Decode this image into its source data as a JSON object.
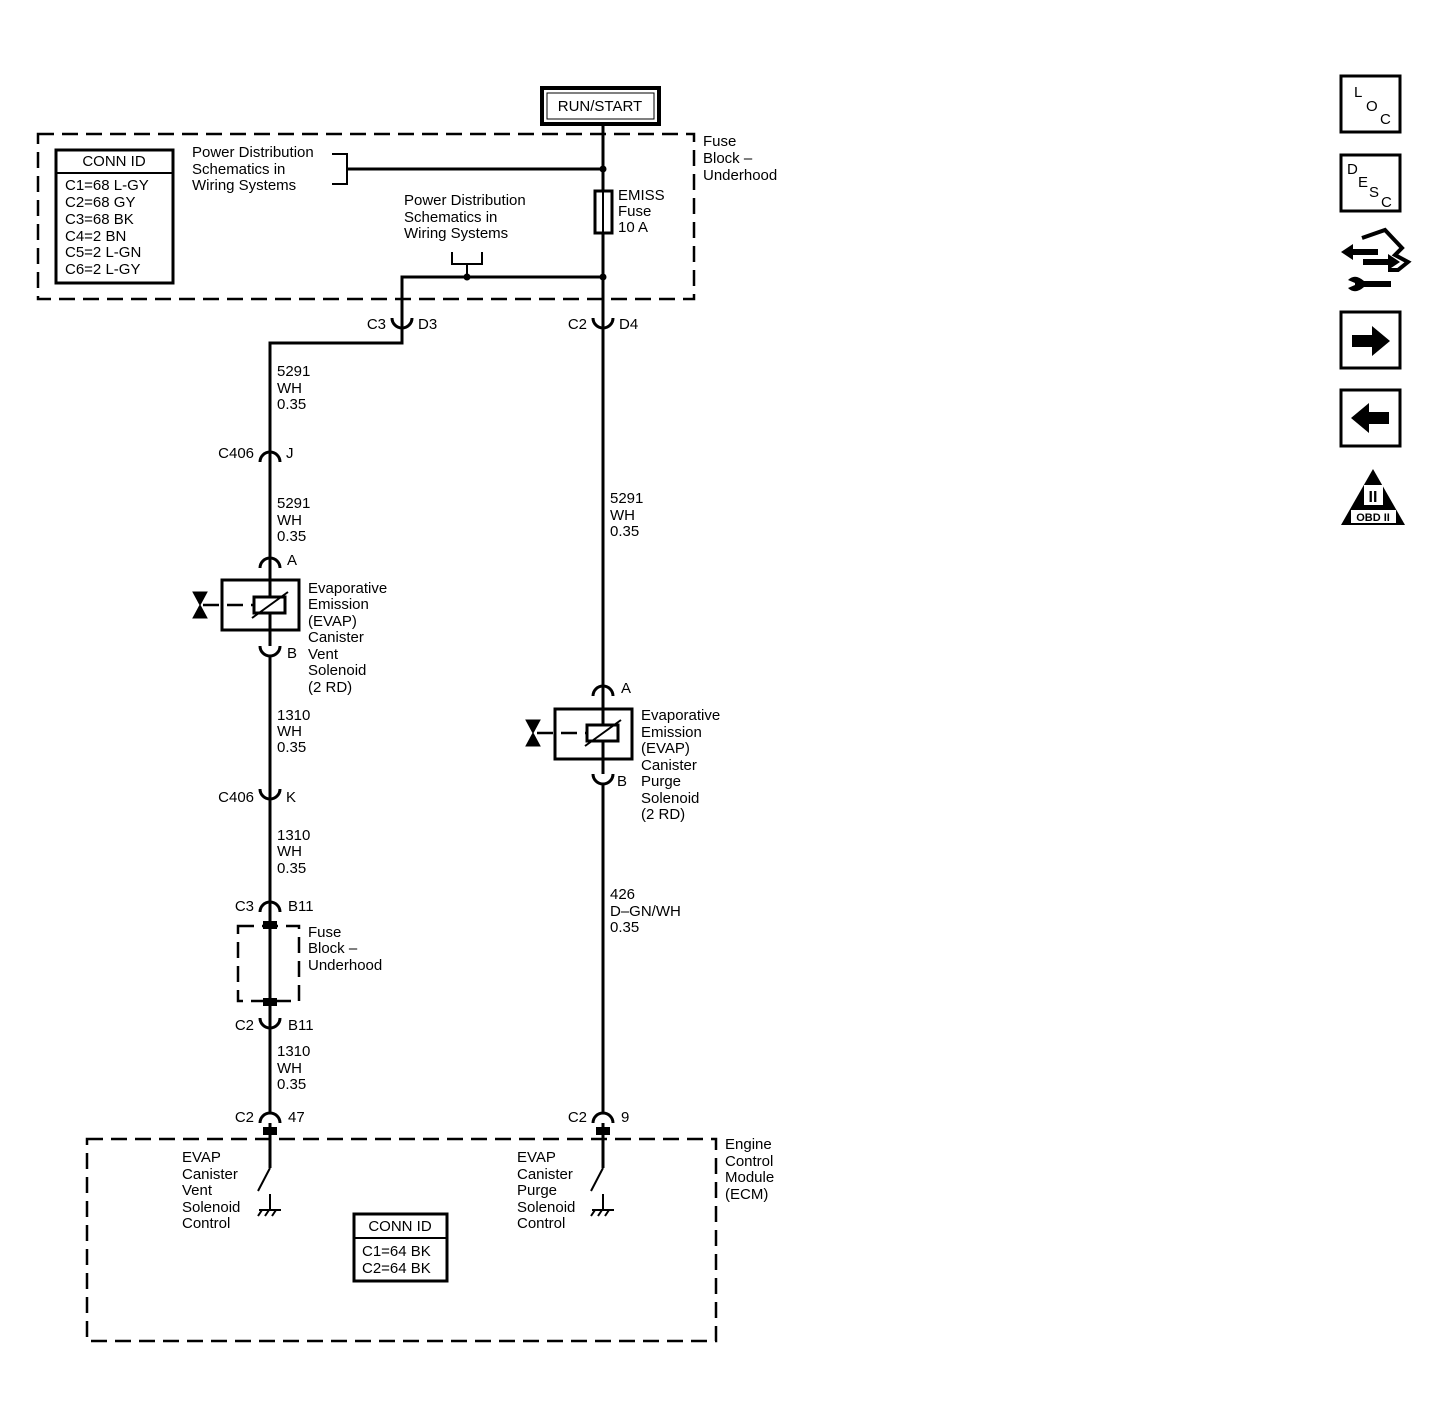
{
  "power": {
    "run_start": "RUN/START"
  },
  "fuse_block_top": {
    "label": [
      "Fuse",
      "Block –",
      "Underhood"
    ]
  },
  "conn_id_fuse": {
    "title": "CONN ID",
    "rows": [
      "C1=68 L-GY",
      "C2=68 GY",
      "C3=68 BK",
      "C4=2 BN",
      "C5=2 L-GN",
      "C6=2 L-GY"
    ]
  },
  "power_dist_1": [
    "Power Distribution",
    "Schematics in",
    "Wiring Systems"
  ],
  "power_dist_2": [
    "Power Distribution",
    "Schematics in",
    "Wiring Systems"
  ],
  "fuse": [
    "EMISS",
    "Fuse",
    "10 A"
  ],
  "connectors": {
    "c3_d3": {
      "left": "C3",
      "right": "D3"
    },
    "c2_d4": {
      "left": "C2",
      "right": "D4"
    },
    "c406_j": {
      "left": "C406",
      "right": "J"
    },
    "vent_a": "A",
    "vent_b": "B",
    "c406_k": {
      "left": "C406",
      "right": "K"
    },
    "c3_b11": {
      "left": "C3",
      "right": "B11"
    },
    "c2_b11": {
      "left": "C2",
      "right": "B11"
    },
    "c2_47": {
      "left": "C2",
      "right": "47"
    },
    "purge_a": "A",
    "purge_b": "B",
    "c2_9": {
      "left": "C2",
      "right": "9"
    }
  },
  "wires": {
    "w1": [
      "5291",
      "WH",
      "0.35"
    ],
    "w2": [
      "5291",
      "WH",
      "0.35"
    ],
    "w3": [
      "5291",
      "WH",
      "0.35"
    ],
    "w4": [
      "1310",
      "WH",
      "0.35"
    ],
    "w5": [
      "1310",
      "WH",
      "0.35"
    ],
    "w6": [
      "1310",
      "WH",
      "0.35"
    ],
    "w7": [
      "426",
      "D–GN/WH",
      "0.35"
    ]
  },
  "vent_solenoid": [
    "Evaporative",
    "Emission",
    "(EVAP)",
    "Canister",
    "Vent",
    "Solenoid",
    "(2 RD)"
  ],
  "purge_solenoid": [
    "Evaporative",
    "Emission",
    "(EVAP)",
    "Canister",
    "Purge",
    "Solenoid",
    "(2 RD)"
  ],
  "fuse_block_mid": [
    "Fuse",
    "Block –",
    "Underhood"
  ],
  "ecm": {
    "label": [
      "Engine",
      "Control",
      "Module",
      "(ECM)"
    ],
    "vent_control": [
      "EVAP",
      "Canister",
      "Vent",
      "Solenoid",
      "Control"
    ],
    "purge_control": [
      "EVAP",
      "Canister",
      "Purge",
      "Solenoid",
      "Control"
    ],
    "conn_title": "CONN ID",
    "conn_rows": [
      "C1=64 BK",
      "C2=64 BK"
    ]
  },
  "nav": {
    "loc": [
      "L",
      "O",
      "C"
    ],
    "desc": [
      "D",
      "E",
      "S",
      "C"
    ],
    "obd": {
      "numeral": "II",
      "label": "OBD II"
    }
  }
}
